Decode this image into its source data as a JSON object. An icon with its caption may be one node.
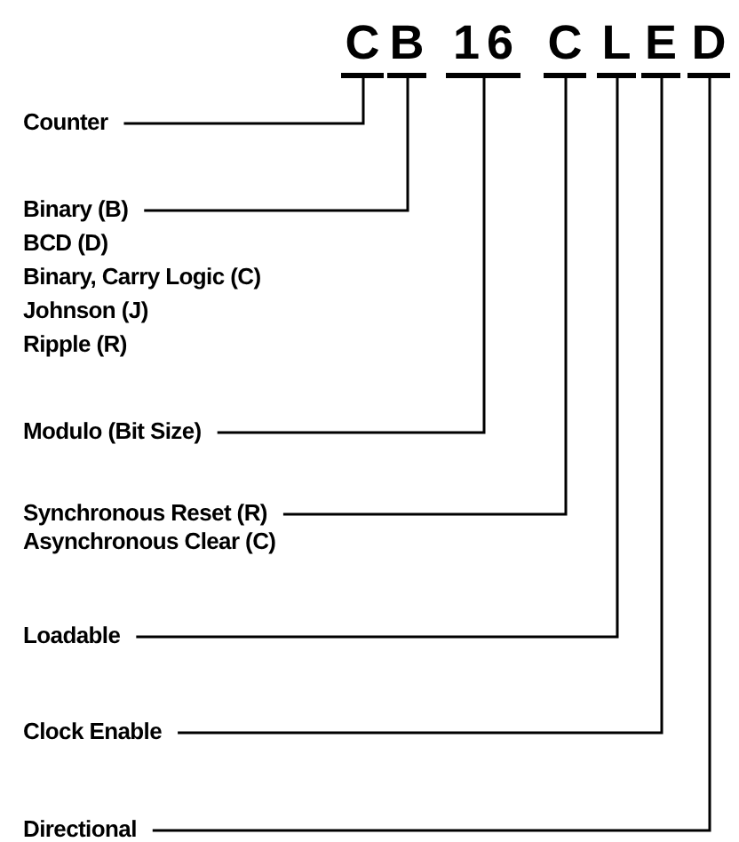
{
  "diagram": {
    "nodes": [
      {
        "text": [
          "C"
        ]
      },
      {
        "text": [
          "B"
        ]
      },
      {
        "text": [
          "16"
        ]
      },
      {
        "text": [
          "C"
        ]
      },
      {
        "text": [
          "L"
        ]
      },
      {
        "text": [
          "E"
        ]
      },
      {
        "text": [
          "D"
        ]
      },
      {
        "text": [
          "Counter"
        ]
      },
      {
        "text": [
          "Binary (B)",
          "BCD (D)",
          "Binary, Carry Logic (C)",
          "Johnson (J)",
          "Ripple (R)"
        ]
      },
      {
        "text": [
          "Modulo (Bit Size)"
        ]
      },
      {
        "text": [
          "Synchronous Reset (R)",
          "Asynchronous Clear (C)"
        ]
      },
      {
        "text": [
          "Loadable"
        ]
      },
      {
        "text": [
          "Clock Enable"
        ]
      },
      {
        "text": [
          "Directional"
        ]
      }
    ],
    "edges": [
      {
        "from": 7,
        "to": 0,
        "arrow": "none"
      },
      {
        "from": 8,
        "to": 1,
        "arrow": "none"
      },
      {
        "from": 9,
        "to": 2,
        "arrow": "none"
      },
      {
        "from": 10,
        "to": 3,
        "arrow": "none"
      },
      {
        "from": 11,
        "to": 4,
        "arrow": "none"
      },
      {
        "from": 12,
        "to": 5,
        "arrow": "none"
      },
      {
        "from": 13,
        "to": 6,
        "arrow": "none"
      }
    ]
  }
}
